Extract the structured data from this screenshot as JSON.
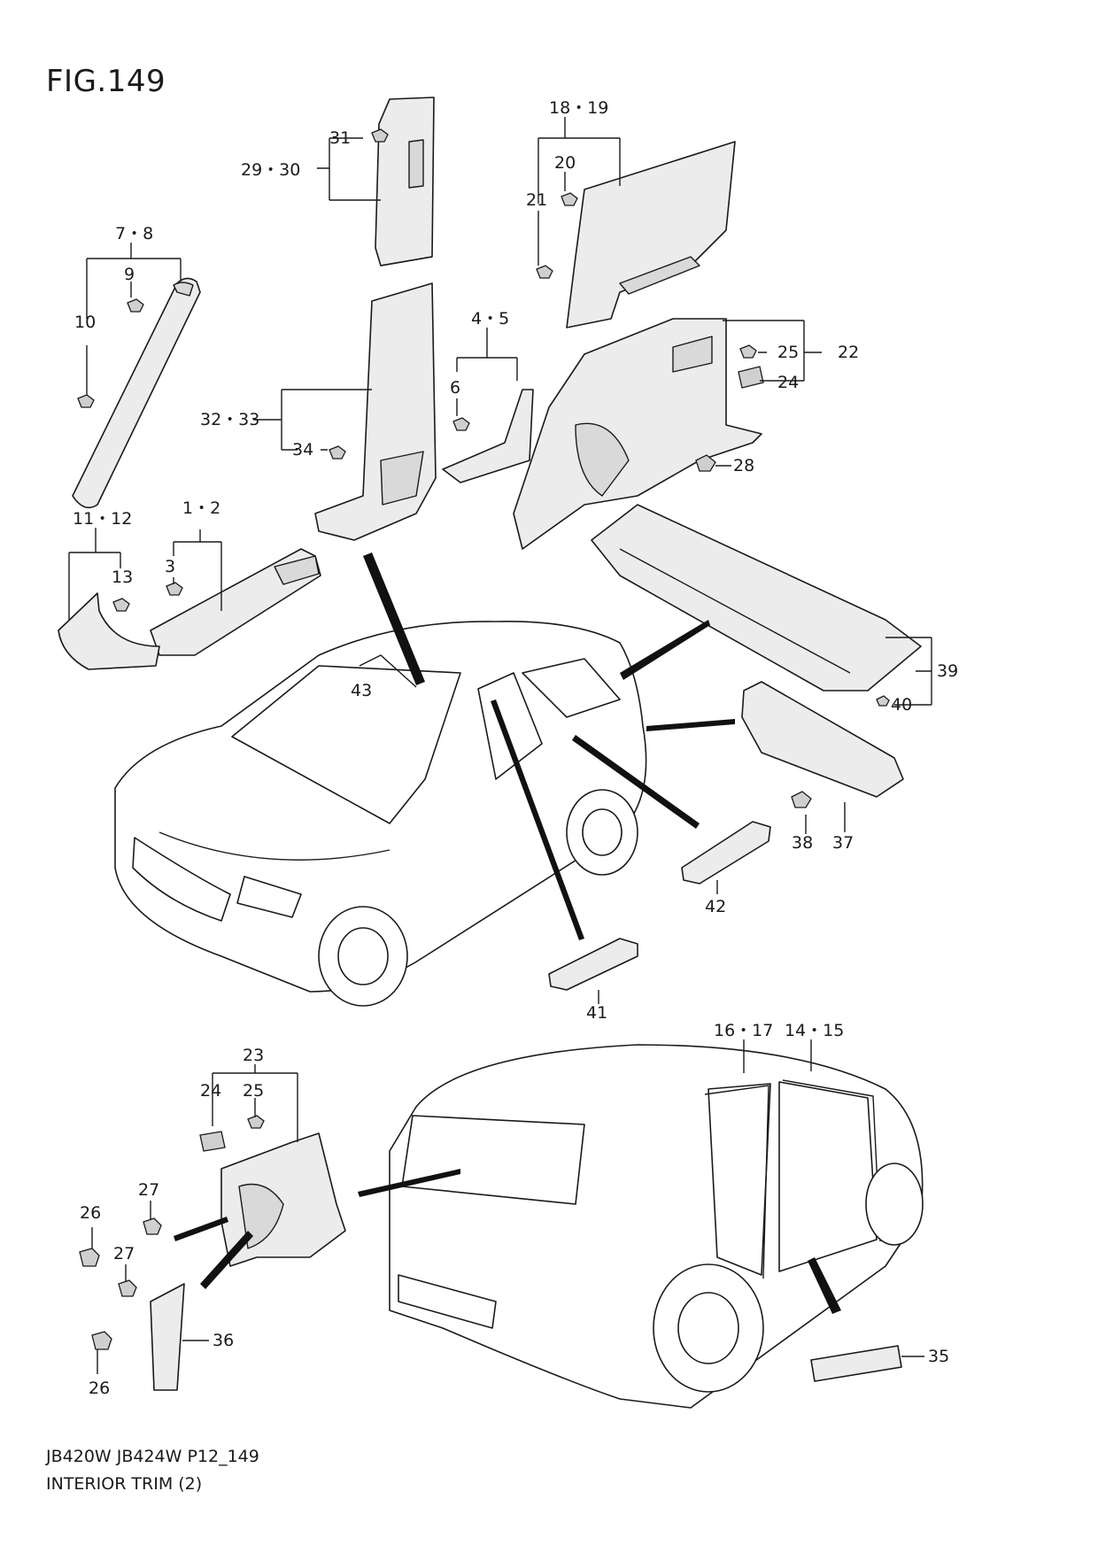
{
  "figure": {
    "title": "FIG.149",
    "model_codes": "JB420W JB424W P12_149",
    "caption": "INTERIOR TRIM (2)"
  },
  "callouts": [
    {
      "id": "c-31",
      "text": "31"
    },
    {
      "id": "c-29-30",
      "text": "29・30"
    },
    {
      "id": "c-18-19",
      "text": "18・19"
    },
    {
      "id": "c-20",
      "text": "20"
    },
    {
      "id": "c-21",
      "text": "21"
    },
    {
      "id": "c-7-8",
      "text": "7・8"
    },
    {
      "id": "c-9",
      "text": "9"
    },
    {
      "id": "c-10",
      "text": "10"
    },
    {
      "id": "c-4-5",
      "text": "4・5"
    },
    {
      "id": "c-6",
      "text": "6"
    },
    {
      "id": "c-25a",
      "text": "25"
    },
    {
      "id": "c-22",
      "text": "22"
    },
    {
      "id": "c-24a",
      "text": "24"
    },
    {
      "id": "c-32-33",
      "text": "32・33"
    },
    {
      "id": "c-34",
      "text": "34"
    },
    {
      "id": "c-28",
      "text": "28"
    },
    {
      "id": "c-11-12",
      "text": "11・12"
    },
    {
      "id": "c-1-2",
      "text": "1・2"
    },
    {
      "id": "c-13",
      "text": "13"
    },
    {
      "id": "c-3",
      "text": "3"
    },
    {
      "id": "c-39",
      "text": "39"
    },
    {
      "id": "c-40",
      "text": "40"
    },
    {
      "id": "c-43",
      "text": "43"
    },
    {
      "id": "c-38",
      "text": "38"
    },
    {
      "id": "c-37",
      "text": "37"
    },
    {
      "id": "c-42",
      "text": "42"
    },
    {
      "id": "c-41",
      "text": "41"
    },
    {
      "id": "c-23",
      "text": "23"
    },
    {
      "id": "c-24b",
      "text": "24"
    },
    {
      "id": "c-25b",
      "text": "25"
    },
    {
      "id": "c-16-17",
      "text": "16・17"
    },
    {
      "id": "c-14-15",
      "text": "14・15"
    },
    {
      "id": "c-27a",
      "text": "27"
    },
    {
      "id": "c-26a",
      "text": "26"
    },
    {
      "id": "c-27b",
      "text": "27"
    },
    {
      "id": "c-36",
      "text": "36"
    },
    {
      "id": "c-35",
      "text": "35"
    },
    {
      "id": "c-26b",
      "text": "26"
    }
  ]
}
